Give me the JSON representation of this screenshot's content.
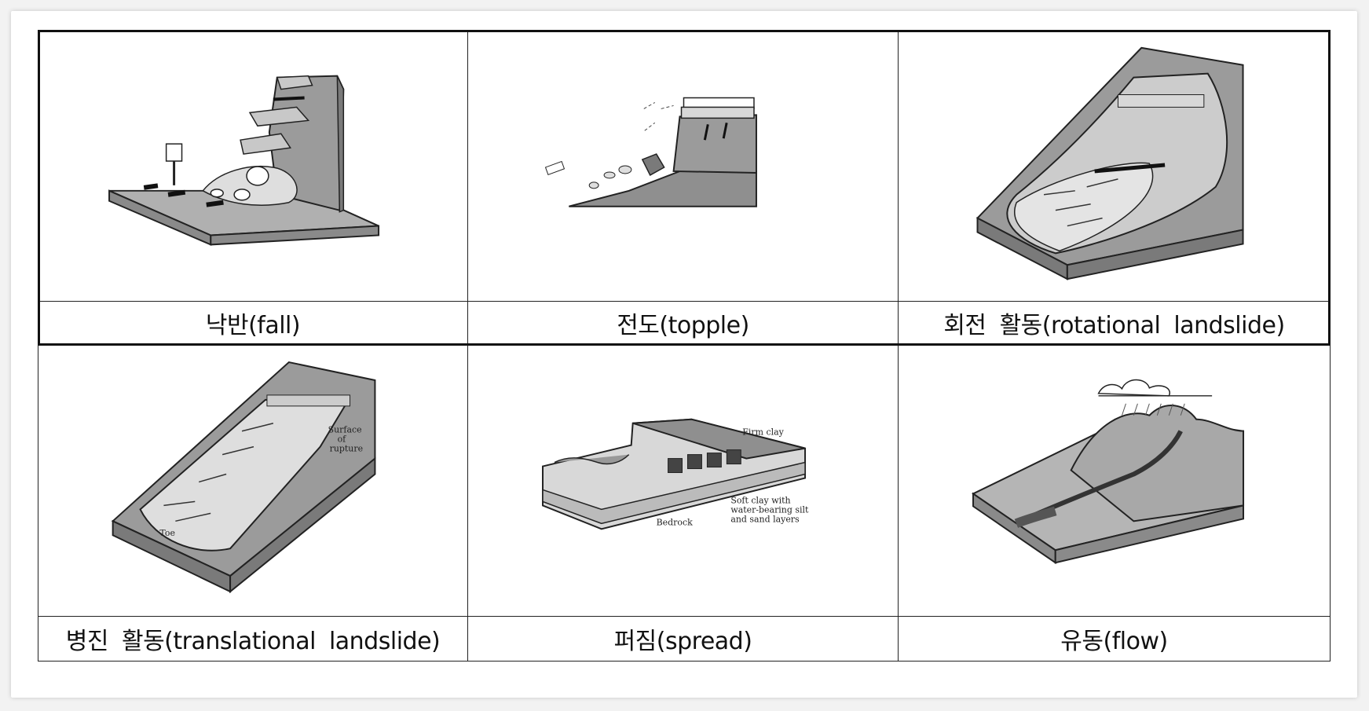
{
  "cells": [
    {
      "id": "fall",
      "caption": "낙반(fall)"
    },
    {
      "id": "topple",
      "caption": "전도(topple)"
    },
    {
      "id": "rotational",
      "caption": "회전 활동(rotational landslide)"
    },
    {
      "id": "translational",
      "caption": "병진 활동(translational landslide)",
      "annotations": {
        "surface": "Surface",
        "of": "of",
        "rupture": "rupture",
        "toe": "Toe"
      }
    },
    {
      "id": "spread",
      "caption": "퍼짐(spread)",
      "annotations": {
        "firm_clay": "Firm clay",
        "soft_clay_1": "Soft clay with",
        "soft_clay_2": "water-bearing silt",
        "soft_clay_3": "and sand layers",
        "bedrock": "Bedrock"
      }
    },
    {
      "id": "flow",
      "caption": "유동(flow)"
    }
  ],
  "colors": {
    "rock": "#9b9b9b",
    "rock_dark": "#7a7a7a",
    "debris": "#dedede",
    "outline": "#222222"
  }
}
